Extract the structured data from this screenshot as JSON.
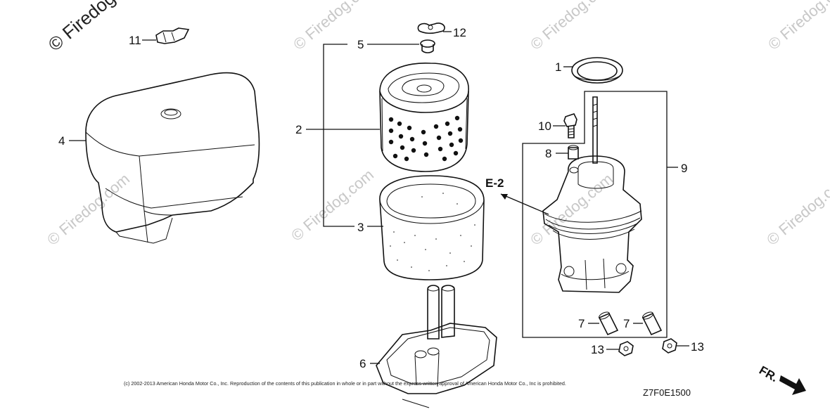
{
  "watermark": {
    "corner_text": "© Firedog",
    "repeat_text": "© Firedog.com"
  },
  "callouts": {
    "p1": "1",
    "p2": "2",
    "p3": "3",
    "p4": "4",
    "p5": "5",
    "p6": "6",
    "p7a": "7",
    "p7b": "7",
    "p8": "8",
    "p9": "9",
    "p10": "10",
    "p11": "11",
    "p12": "12",
    "p13a": "13",
    "p13b": "13",
    "ref": "E-2"
  },
  "footer": {
    "copyright": "(c) 2002-2013 American Honda Motor Co., Inc. Reproduction of the contents of this publication in whole or in part without the express written approval of American Honda Motor Co., Inc is prohibited.",
    "drawing_code": "Z7F0E1500"
  },
  "direction_marker": "FR."
}
